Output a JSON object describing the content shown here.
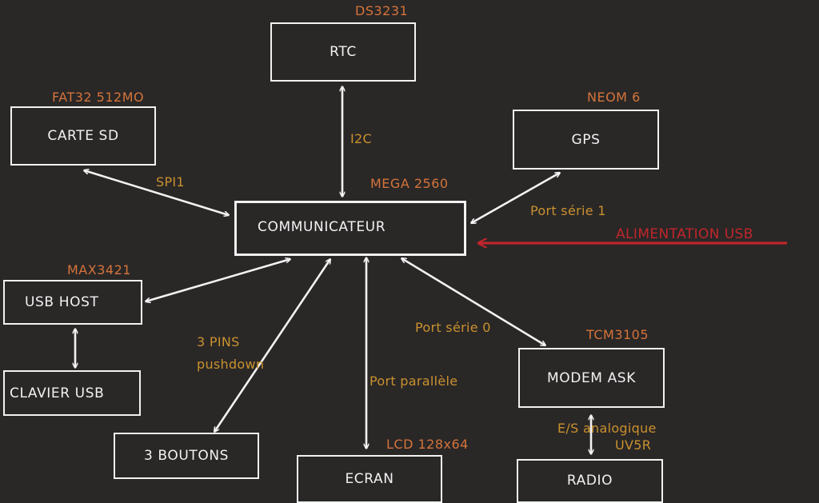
{
  "colors": {
    "background": "#2a2727",
    "box": "#f2f2f2",
    "chip_label": "#d4743a",
    "bus_label": "#c9922e",
    "power": "#c0262b"
  },
  "nodes": {
    "rtc": {
      "label": "RTC",
      "chip": "DS3231"
    },
    "sd": {
      "label": "CARTE SD",
      "chip": "FAT32 512MO"
    },
    "gps": {
      "label": "GPS",
      "chip": "NEOM 6"
    },
    "main": {
      "label": "COMMUNICATEUR",
      "chip": "MEGA 2560"
    },
    "usb_host": {
      "label": "USB HOST",
      "chip": "MAX3421"
    },
    "keyboard": {
      "label": "CLAVIER USB"
    },
    "buttons": {
      "label": "3 BOUTONS"
    },
    "screen": {
      "label": "ECRAN",
      "chip": "LCD 128x64"
    },
    "modem": {
      "label": "MODEM ASK",
      "chip": "TCM3105"
    },
    "radio": {
      "label": "RADIO",
      "chip": "UV5R"
    }
  },
  "links": {
    "i2c": "I2C",
    "spi": "SPI1",
    "serial1": "Port série 1",
    "serial0": "Port série 0",
    "pins_line1": "3 PINS",
    "pins_line2": "pushdown",
    "parallel": "Port parallèle",
    "analog": "E/S analogique"
  },
  "power": {
    "label": "ALIMENTATION USB"
  }
}
